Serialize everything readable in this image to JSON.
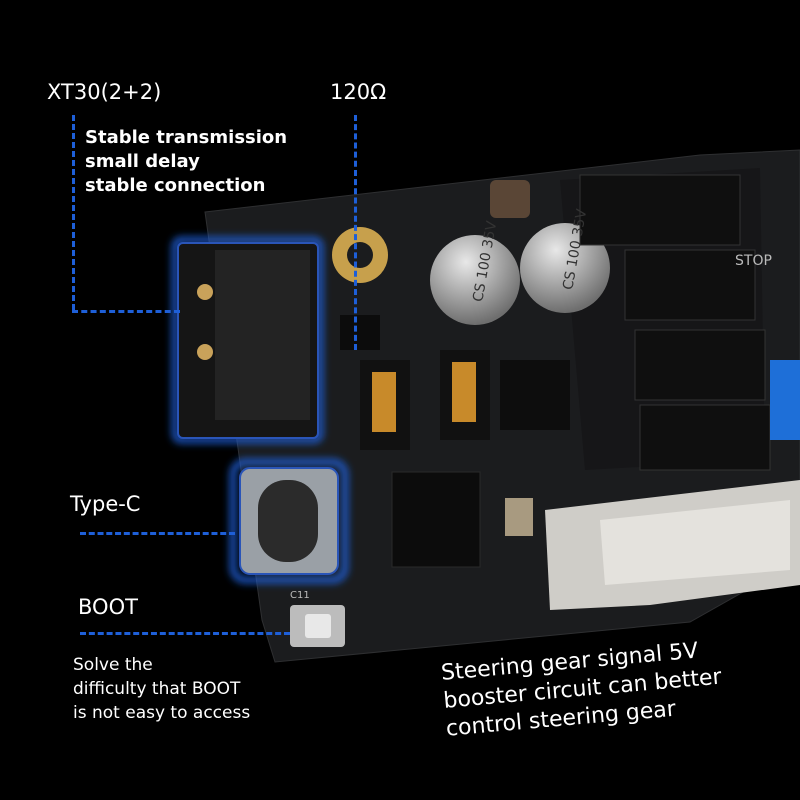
{
  "callouts": {
    "xt30": {
      "title": "XT30(2+2)",
      "lines": [
        "Stable transmission",
        "small delay",
        "stable connection"
      ]
    },
    "resistor": {
      "title": "120Ω"
    },
    "typec": {
      "title": "Type-C"
    },
    "boot": {
      "title": "BOOT",
      "lines": [
        "Solve the",
        "difficulty that BOOT",
        "is not easy to access"
      ]
    },
    "servo": {
      "lines": [
        "Steering gear signal 5V",
        "booster circuit can better",
        "control steering gear"
      ]
    }
  },
  "board_markings": {
    "capacitor_1": [
      "CS",
      "100",
      "35V"
    ],
    "capacitor_2": [
      "CS",
      "100",
      "35V"
    ],
    "silkscreen": [
      "STOP",
      "C11"
    ]
  },
  "colors": {
    "highlight": "#1e5fd8",
    "board": "#1b1c1e",
    "text": "#ffffff"
  }
}
